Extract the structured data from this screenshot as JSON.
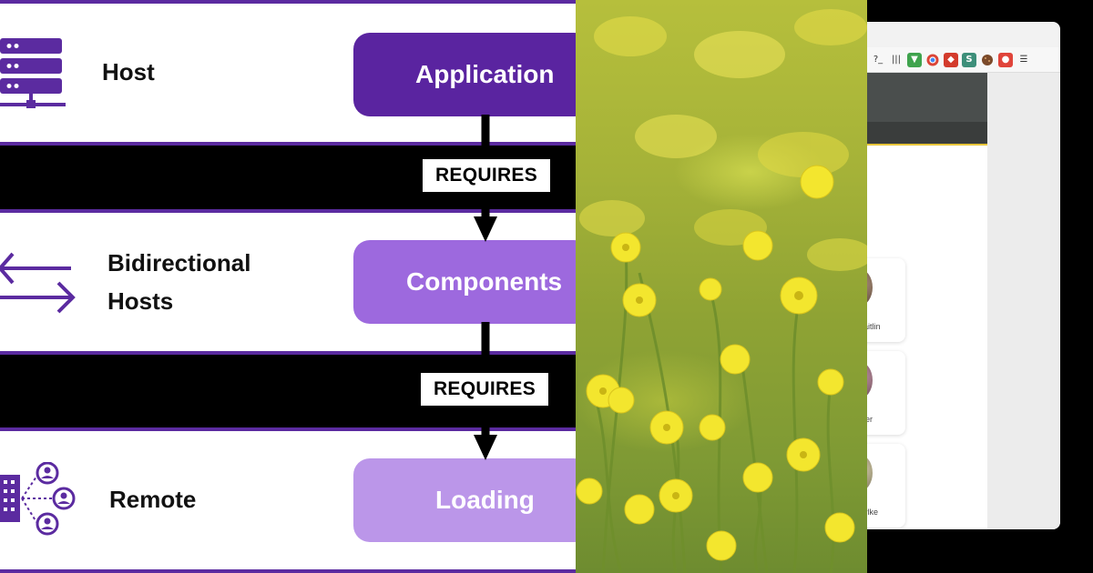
{
  "diagram": {
    "rows": [
      {
        "label_lines": [
          "Host"
        ],
        "box": "Application",
        "icon": "server-icon"
      },
      {
        "label_lines": [
          "Bidirectional",
          "Hosts"
        ],
        "box": "Components",
        "icon": "bidirectional-arrows-icon"
      },
      {
        "label_lines": [
          "Remote"
        ],
        "box": "Loading",
        "icon": "network-users-icon"
      }
    ],
    "connectors": [
      "REQUIRES",
      "REQUIRES"
    ]
  },
  "photo": {
    "subject": "yellow-buttercup-flowers-photo"
  },
  "browser": {
    "toolbar_icons": [
      "?_",
      "|||",
      "shield-icon",
      "chrome-icon",
      "brave-icon",
      "s-icon",
      "cookie-icon",
      "camera-icon",
      "menu-icon"
    ],
    "cards": [
      {
        "name": "Kaitlin"
      },
      {
        "name": "rper"
      },
      {
        "name": "Sylke"
      }
    ]
  },
  "colors": {
    "band_border": "#5b2ba0",
    "box_dark": "#5a24a0",
    "box_mid": "#9d69de",
    "box_light": "#bb96e9"
  }
}
